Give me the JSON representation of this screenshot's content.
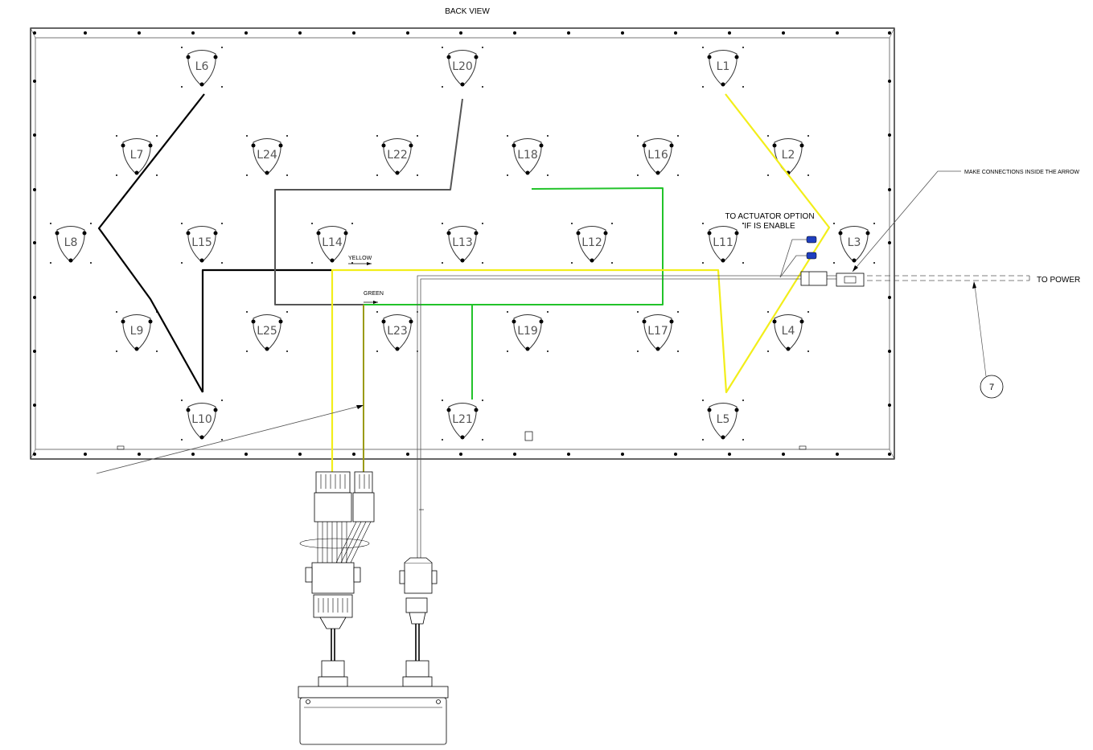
{
  "title": "BACK VIEW",
  "annotations": {
    "actuator_line1": "TO ACTUATOR OPTION",
    "actuator_line2": "IF IS ENABLE",
    "connections_note": "MAKE CONNECTIONS INSIDE THE ARROW",
    "to_power": "TO POWER",
    "yellow": "YELLOW",
    "green": "GREEN",
    "callout_number": "7"
  },
  "leds": [
    {
      "id": "L1"
    },
    {
      "id": "L2"
    },
    {
      "id": "L3"
    },
    {
      "id": "L4"
    },
    {
      "id": "L5"
    },
    {
      "id": "L6"
    },
    {
      "id": "L7"
    },
    {
      "id": "L8"
    },
    {
      "id": "L9"
    },
    {
      "id": "L10"
    },
    {
      "id": "L11"
    },
    {
      "id": "L12"
    },
    {
      "id": "L13"
    },
    {
      "id": "L14"
    },
    {
      "id": "L15"
    },
    {
      "id": "L16"
    },
    {
      "id": "L17"
    },
    {
      "id": "L18"
    },
    {
      "id": "L19"
    },
    {
      "id": "L20"
    },
    {
      "id": "L21"
    },
    {
      "id": "L22"
    },
    {
      "id": "L23"
    },
    {
      "id": "L24"
    },
    {
      "id": "L25"
    }
  ],
  "colors": {
    "yellow_wire": "#f2ee1a",
    "green_wire": "#22c32a",
    "olive_wire": "#9a9a10",
    "black_wire": "#000000",
    "gray_wire": "#555555",
    "connector_blue": "#1f3fbf"
  }
}
